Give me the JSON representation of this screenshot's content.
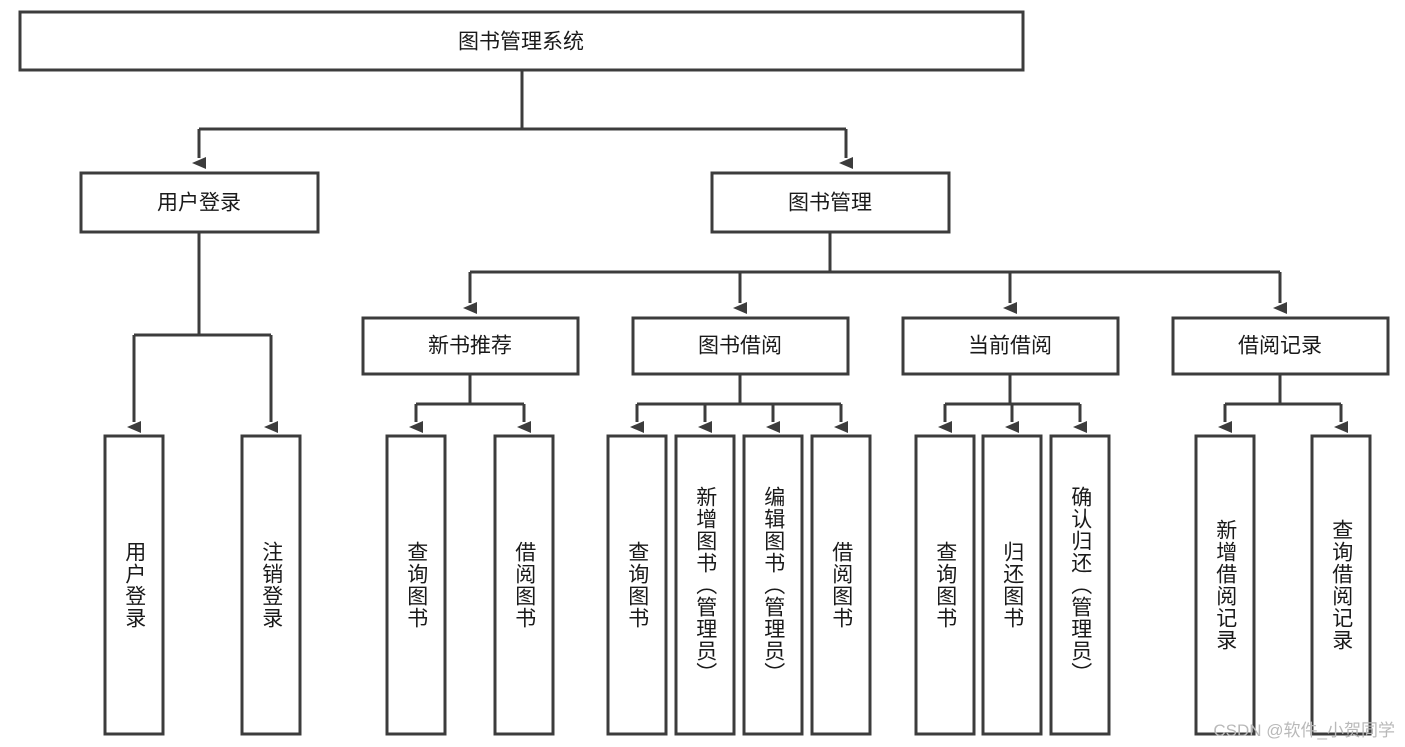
{
  "diagram": {
    "type": "tree",
    "title": "图书管理系统",
    "watermark": "CSDN @软件_小贺同学",
    "colors": {
      "box_stroke": "#3c3c3c",
      "box_fill": "#ffffff",
      "text": "#1a1a1a",
      "connector": "#3c3c3c",
      "watermark": "#b9b9b9",
      "background": "#ffffff"
    },
    "root": {
      "label": "图书管理系统"
    },
    "level2": [
      {
        "label": "用户登录"
      },
      {
        "label": "图书管理"
      }
    ],
    "level3": [
      {
        "label": "新书推荐"
      },
      {
        "label": "图书借阅"
      },
      {
        "label": "当前借阅"
      },
      {
        "label": "借阅记录"
      }
    ],
    "leaves": {
      "user_login": [
        {
          "label": "用户登录"
        },
        {
          "label": "注销登录"
        }
      ],
      "new_book_recommend": [
        {
          "label": "查询图书"
        },
        {
          "label": "借阅图书"
        }
      ],
      "book_borrow": [
        {
          "label": "查询图书"
        },
        {
          "label": "新增图书（管理员）"
        },
        {
          "label": "编辑图书（管理员）"
        },
        {
          "label": "借阅图书"
        }
      ],
      "current_borrow": [
        {
          "label": "查询图书"
        },
        {
          "label": "归还图书"
        },
        {
          "label": "确认归还（管理员）"
        }
      ],
      "borrow_record": [
        {
          "label": "新增借阅记录"
        },
        {
          "label": "查询借阅记录"
        }
      ]
    }
  }
}
